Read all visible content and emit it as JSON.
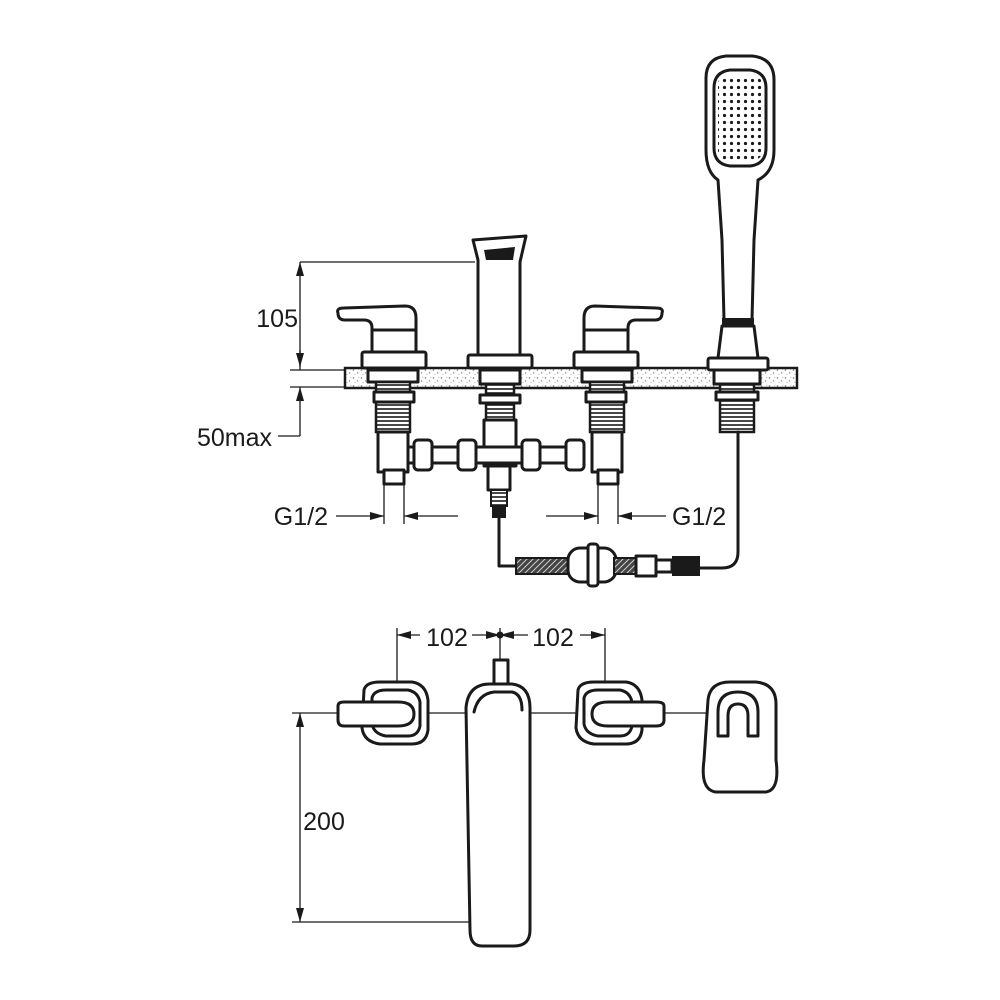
{
  "dimensions": {
    "height_above_deck": "105",
    "deck_thickness": "50max",
    "inlet_left": "G1/2",
    "inlet_right": "G1/2",
    "spacing_left": "102",
    "spacing_right": "102",
    "spout_projection": "200"
  },
  "colors": {
    "line": "#1a1a1a",
    "background": "#ffffff",
    "deck_speckle": "#8a8a8a"
  }
}
